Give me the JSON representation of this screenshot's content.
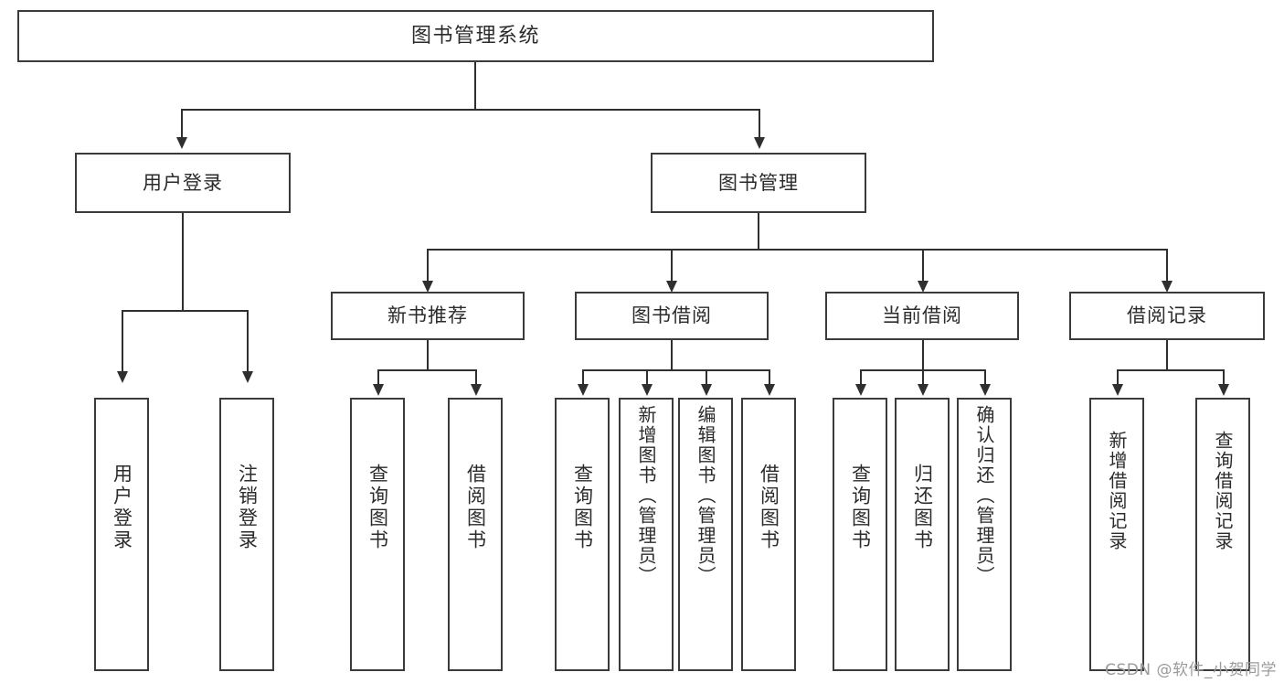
{
  "diagram": {
    "type": "tree-hierarchy",
    "root": {
      "label": "图书管理系统"
    },
    "level2": [
      {
        "label": "用户登录"
      },
      {
        "label": "图书管理"
      }
    ],
    "level3": [
      {
        "label": "新书推荐"
      },
      {
        "label": "图书借阅"
      },
      {
        "label": "当前借阅"
      },
      {
        "label": "借阅记录"
      }
    ],
    "leaves": {
      "user_login": [
        {
          "label": "用户登录"
        },
        {
          "label": "注销登录"
        }
      ],
      "new_book_recommend": [
        {
          "label": "查询图书"
        },
        {
          "label": "借阅图书"
        }
      ],
      "book_borrow": [
        {
          "label": "查询图书"
        },
        {
          "label": "新增图书（管理员）"
        },
        {
          "label": "编辑图书（管理员）"
        },
        {
          "label": "借阅图书"
        }
      ],
      "current_borrow": [
        {
          "label": "查询图书"
        },
        {
          "label": "归还图书"
        },
        {
          "label": "确认归还（管理员）"
        }
      ],
      "borrow_record": [
        {
          "label": "新增借阅记录"
        },
        {
          "label": "查询借阅记录"
        }
      ]
    }
  },
  "watermark": {
    "text": "CSDN @软件_小贺同学"
  },
  "colors": {
    "box_border": "#3b3b3b",
    "connector": "#2f2f2f",
    "text": "#2b2b2b",
    "background": "#ffffff",
    "watermark": "#9a9a9a"
  }
}
